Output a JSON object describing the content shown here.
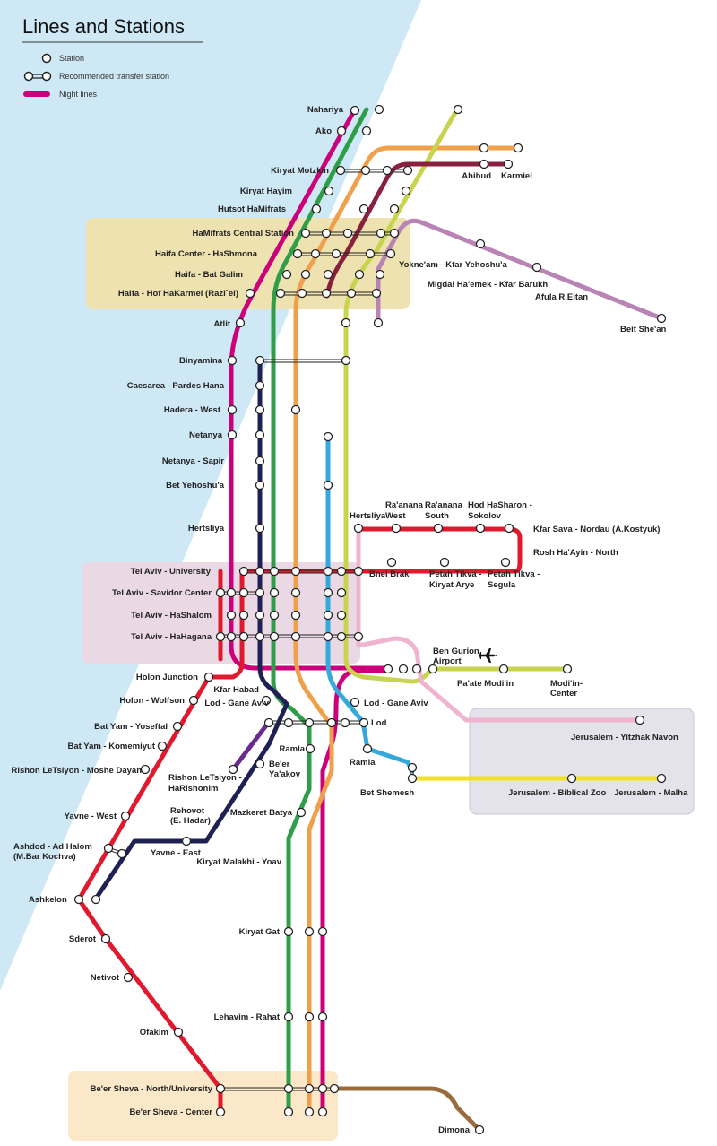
{
  "title": "Lines and Stations",
  "legend": {
    "station": "Station",
    "transfer": "Recommended transfer station",
    "night": "Night lines"
  },
  "colors": {
    "sea": "#cfe8f6",
    "night": "#cc007a",
    "red": "#e0192e",
    "green": "#2e9e48",
    "orange": "#f0a04a",
    "lime": "#c8d44e",
    "maroon": "#8a2040",
    "purple": "#b884b6",
    "navy": "#1f2154",
    "blue": "#36a9dc",
    "pink": "#eeb4d0",
    "yellow": "#f1e11e",
    "brown": "#9a6c3c",
    "violet": "#6a2b90",
    "haifa_zone": "#eee3b0",
    "telaviv_zone": "#ead8e4",
    "jerusalem_zone": "#e4e2ea",
    "beersheva_zone": "#fbe8c8"
  },
  "stations": {
    "nahariya": "Nahariya",
    "ako": "Ako",
    "kiryat_motzkin": "Kiryat Motzkin",
    "kiryat_hayim": "Kiryat Hayim",
    "hutsot": "Hutsot HaMifrats",
    "hamifrats_central": "HaMifrats Central Station",
    "haifa_center": "Haifa Center - HaShmona",
    "haifa_bat_galim": "Haifa - Bat Galim",
    "haifa_hof": "Haifa - Hof HaKarmel (Razi`el)",
    "ahihud": "Ahihud",
    "karmiel": "Karmiel",
    "yokneam": "Yokne'am - Kfar Yehoshu'a",
    "migdal": "Migdal Ha'emek - Kfar Barukh",
    "afula": "Afula R.Eitan",
    "beit_shean": "Beit She'an",
    "atlit": "Atlit",
    "binyamina": "Binyamina",
    "caesarea": "Caesarea - Pardes Hana",
    "hadera": "Hadera - West",
    "netanya": "Netanya",
    "netanya_sapir": "Netanya - Sapir",
    "bet_yehoshua": "Bet Yehoshu'a",
    "hertsliya": "Hertsliya",
    "raanana_west": "Ra'anana\nWest",
    "hertsliya_west": "Hertsliya",
    "raanana_south": "Ra'anana\nSouth",
    "hod_hasharon": "Hod HaSharon -\nSokolov",
    "kfar_sava": "Kfar Sava - Nordau (A.Kostyuk)",
    "rosh_haayin": "Rosh Ha'Ayin - North",
    "ta_university": "Tel Aviv - University",
    "ta_savidor": "Tel Aviv - Savidor Center",
    "ta_hashalom": "Tel Aviv - HaShalom",
    "ta_hahagana": "Tel Aviv - HaHagana",
    "bnei_brak": "Bnei Brak",
    "pt_kiryat_arye": "Petah Tikva -\nKiryat Arye",
    "pt_segula": "Petah Tikva -\nSegula",
    "ben_gurion": "Ben Gurion\nAirport",
    "paate_modiin": "Pa'ate Modi'in",
    "modiin_center": "Modi'in-\nCenter",
    "holon_junction": "Holon Junction",
    "holon_wolfson": "Holon - Wolfson",
    "kfar_habad": "Kfar Habad",
    "lod_gane_aviv_l": "Lod - Gane Aviv",
    "lod_gane_aviv_r": "Lod - Gane Aviv",
    "lod": "Lod",
    "bat_yam_yoseftal": "Bat Yam - Yoseftal",
    "bat_yam_komemiyut": "Bat Yam - Komemiyut",
    "rishon_moshe_dayan": "Rishon LeTsiyon - Moshe Dayan",
    "rishon_harishonim": "Rishon LeTsiyon -\nHaRishonim",
    "ramla_l": "Ramla",
    "beer_yaakov": "Be'er\nYa'akov",
    "ramla_r": "Ramla",
    "bet_shemesh": "Bet Shemesh",
    "jlm_navon": "Jerusalem - Yitzhak Navon",
    "jlm_zoo": "Jerusalem - Biblical Zoo",
    "jlm_malha": "Jerusalem - Malha",
    "yavne_west": "Yavne - West",
    "rehovot": "Rehovot\n(E. Hadar)",
    "mazkeret_batya": "Mazkeret Batya",
    "ashdod": "Ashdod - Ad Halom\n(M.Bar Kochva)",
    "yavne_east": "Yavne - East",
    "kiryat_malakhi": "Kiryat Malakhi - Yoav",
    "ashkelon": "Ashkelon",
    "sderot": "Sderot",
    "kiryat_gat": "Kiryat Gat",
    "netivot": "Netivot",
    "lehavim": "Lehavim - Rahat",
    "ofakim": "Ofakim",
    "beer_sheva_north": "Be'er Sheva - North/University",
    "beer_sheva_center": "Be'er Sheva - Center",
    "dimona": "Dimona"
  }
}
